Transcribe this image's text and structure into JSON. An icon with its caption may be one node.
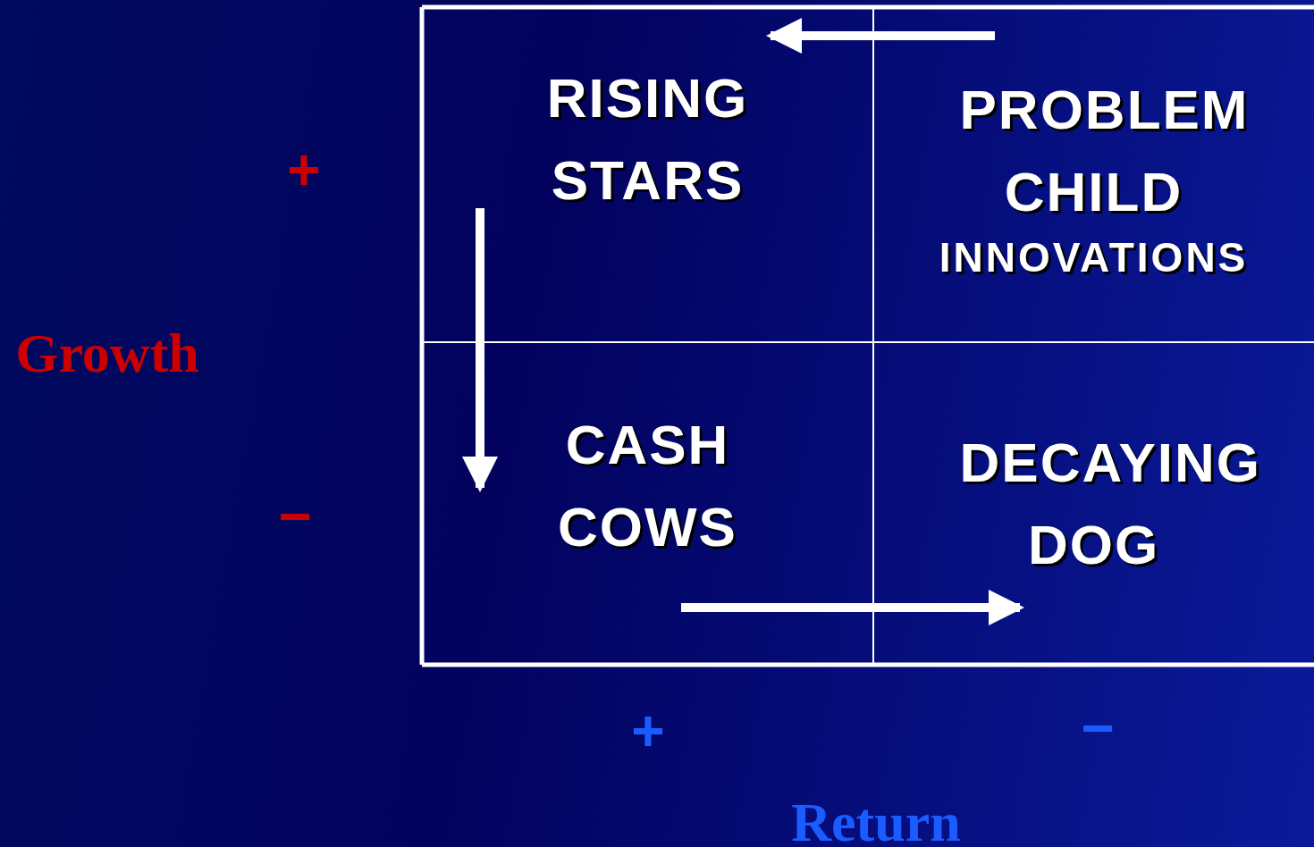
{
  "diagram": {
    "nodes": [
      {
        "text": [
          "RISING STARS"
        ]
      },
      {
        "text": [
          "PROBLEM CHILD",
          "INNOVATIONS"
        ]
      },
      {
        "text": [
          "CASH COWS"
        ]
      },
      {
        "text": [
          "DECAYING DOG"
        ]
      }
    ],
    "edges": [
      {
        "from": 1,
        "to": 0,
        "arrow": "to"
      },
      {
        "from": 0,
        "to": 2,
        "arrow": "to"
      },
      {
        "from": 2,
        "to": 3,
        "arrow": "to"
      }
    ],
    "labels": [
      "+",
      "Growth",
      "−",
      "+",
      "−",
      "Return"
    ]
  }
}
